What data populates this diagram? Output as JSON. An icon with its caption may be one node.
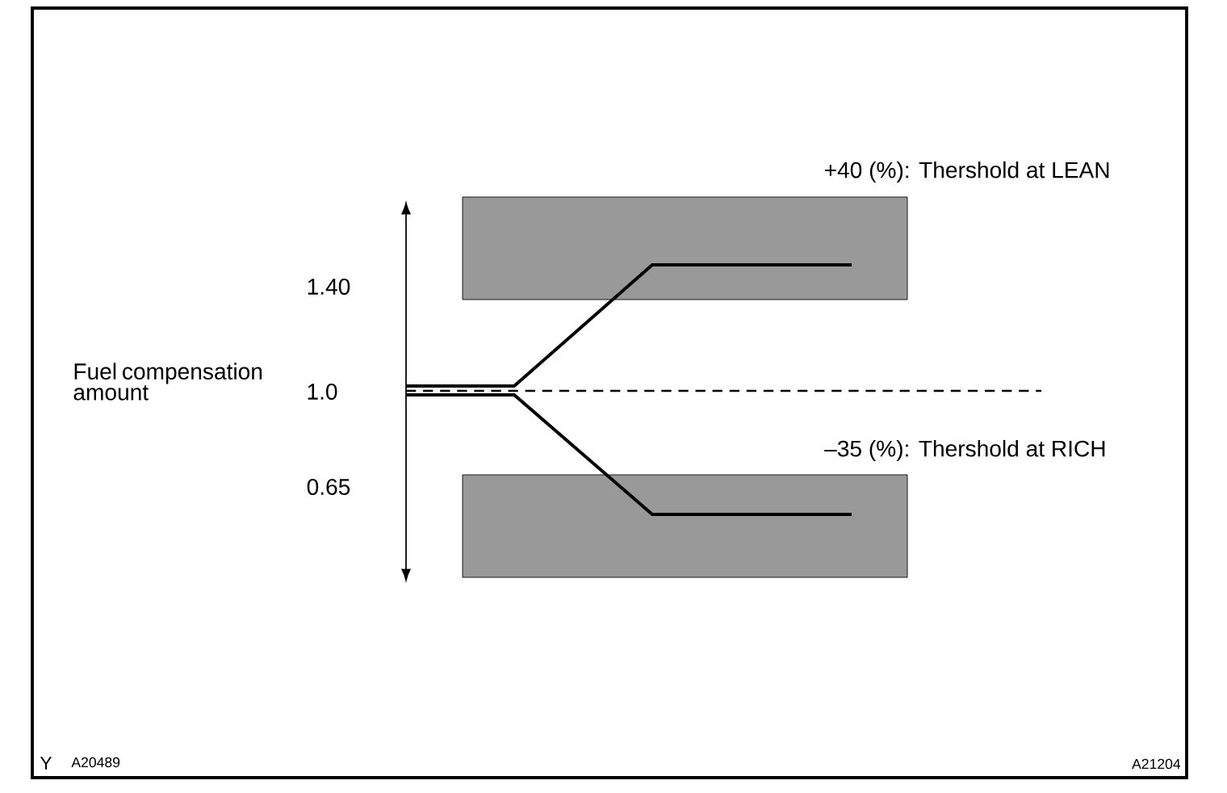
{
  "diagram": {
    "labels": [
      "+40 (%): Thershold at LEAN",
      "1.40",
      "Fuel compensation amount",
      "1.0",
      "–35 (%): Thershold at RICH",
      "0.65",
      "Y",
      "A20489",
      "A21204"
    ]
  }
}
